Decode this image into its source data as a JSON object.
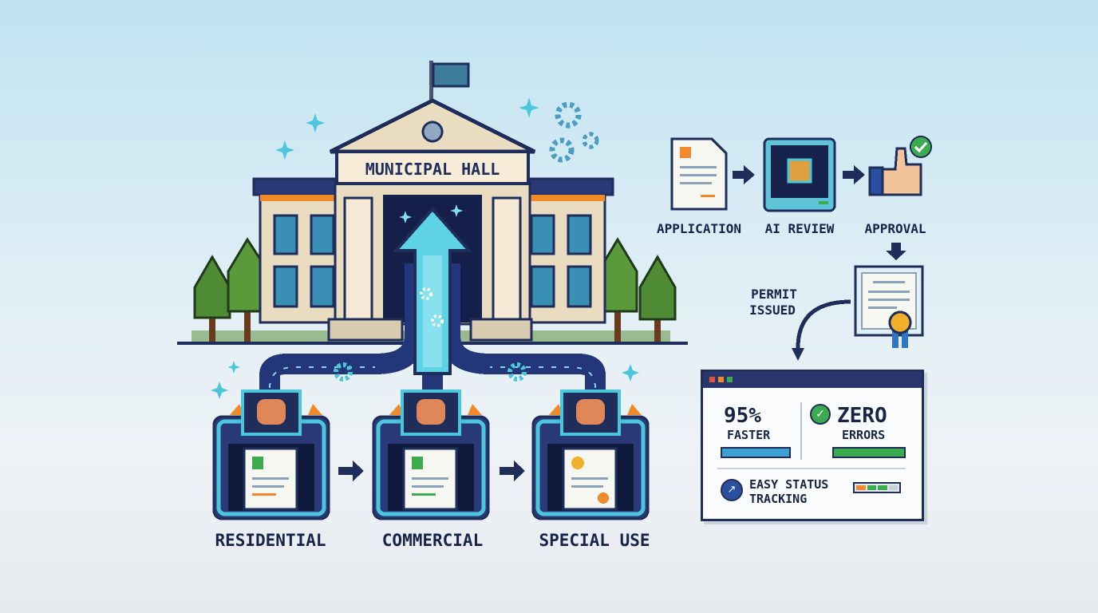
{
  "building": {
    "sign": "MUNICIPAL HALL"
  },
  "categories": [
    {
      "label": "RESIDENTIAL"
    },
    {
      "label": "COMMERCIAL"
    },
    {
      "label": "SPECIAL USE"
    }
  ],
  "workflow": {
    "steps": [
      {
        "label": "APPLICATION"
      },
      {
        "label": "AI REVIEW"
      },
      {
        "label": "APPROVAL"
      }
    ],
    "permit_label_line1": "PERMIT",
    "permit_label_line2": "ISSUED"
  },
  "stats": {
    "faster_value": "95%",
    "faster_label": "FASTER",
    "errors_value": "ZERO",
    "errors_label": "ERRORS",
    "tracking_line1": "EASY STATUS",
    "tracking_line2": "TRACKING",
    "faster_progress": 1.0,
    "errors_progress": 1.0
  },
  "colors": {
    "navy": "#1f2d5a",
    "teal": "#3fb8cf",
    "green": "#3caa4f",
    "orange": "#f08a2a"
  }
}
